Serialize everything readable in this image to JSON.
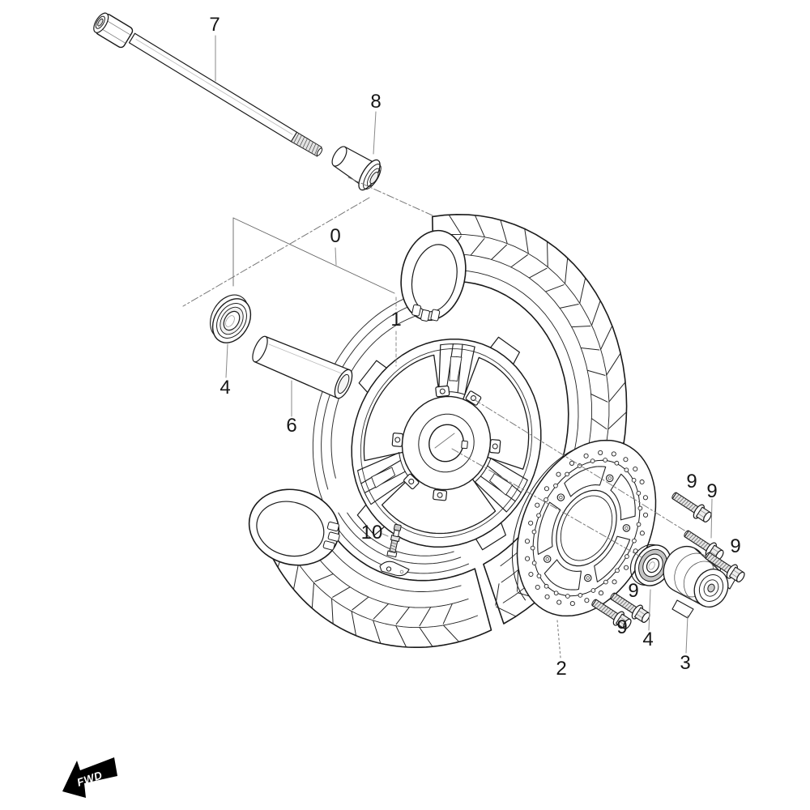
{
  "diagram": {
    "type": "exploded-parts-diagram"
  },
  "fwd": {
    "label": "FWD"
  },
  "colors": {
    "line": "#1a1a1a",
    "detail": "#555555",
    "leader": "#8a8a8a",
    "fill": "#ffffff",
    "shade": "#e2e2e2",
    "fwd_bg": "#000000",
    "fwd_text": "#ffffff"
  },
  "callouts": [
    {
      "label": "7",
      "part": "front-axle-shaft"
    },
    {
      "label": "8",
      "part": "axle-collar"
    },
    {
      "label": "0",
      "part": "wheel-sub-assembly-group"
    },
    {
      "label": "1",
      "part": "front-wheel"
    },
    {
      "label": "4",
      "part": "wheel-bearing-left"
    },
    {
      "label": "6",
      "part": "hub-spacer-tube"
    },
    {
      "label": "10",
      "part": "tire-valve"
    },
    {
      "label": "2",
      "part": "brake-disc"
    },
    {
      "label": "9",
      "part": "disc-bolt"
    },
    {
      "label": "9",
      "part": "disc-bolt"
    },
    {
      "label": "9",
      "part": "disc-bolt"
    },
    {
      "label": "9",
      "part": "disc-bolt"
    },
    {
      "label": "9",
      "part": "disc-bolt"
    },
    {
      "label": "4",
      "part": "wheel-bearing-right"
    },
    {
      "label": "3",
      "part": "speedometer-drive-unit"
    }
  ]
}
